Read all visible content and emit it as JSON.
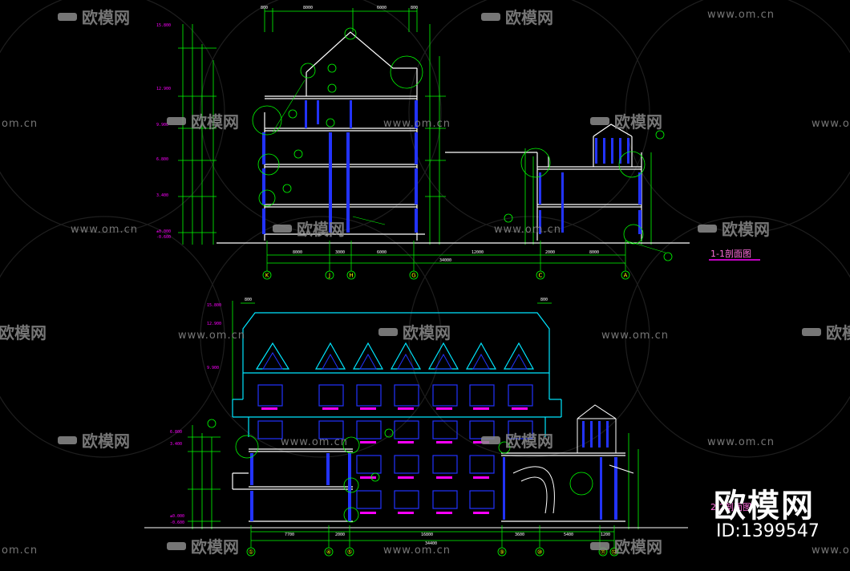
{
  "watermark": {
    "url_text": "www.om.cn",
    "url_partial": "om.cn",
    "logo_text": "欧模网"
  },
  "brand": {
    "name": "欧模网",
    "id_label": "ID:1399547"
  },
  "drawing": {
    "section_title": "1-1剖面图",
    "section_title_2_partial": "2-2剖面图",
    "section1": {
      "axis_labels": [
        "K",
        "J",
        "H",
        "G",
        "C",
        "A"
      ],
      "bottom_dims": [
        "8000",
        "3000",
        "6000",
        "12000",
        "2000",
        "8000"
      ],
      "total_dim": "34000",
      "top_dims": [
        "800",
        "8000",
        "6000",
        "800"
      ],
      "level_marks": [
        "15.800",
        "12.900",
        "9.900",
        "6.800",
        "3.400",
        "±0.000",
        "-0.600"
      ]
    },
    "section2": {
      "axis_labels": [
        "①",
        "④",
        "⑤",
        "⑨",
        "⑩",
        "⑪",
        "⑫"
      ],
      "bottom_dims": [
        "7700",
        "2000",
        "16800",
        "3600",
        "5400",
        "1200"
      ],
      "total_dim": "34400",
      "top_dims": [
        "800",
        "800"
      ],
      "level_marks": [
        "15.800",
        "12.900",
        "9.900",
        "6.800",
        "3.400",
        "±0.000",
        "-0.600"
      ]
    },
    "colors": {
      "background": "#000000",
      "dimension_green": "#00ff00",
      "outline_cyan": "#00e6ff",
      "window_blue": "#2233ff",
      "level_magenta": "#ff00ff",
      "axis_yellow": "#ffff00"
    }
  }
}
